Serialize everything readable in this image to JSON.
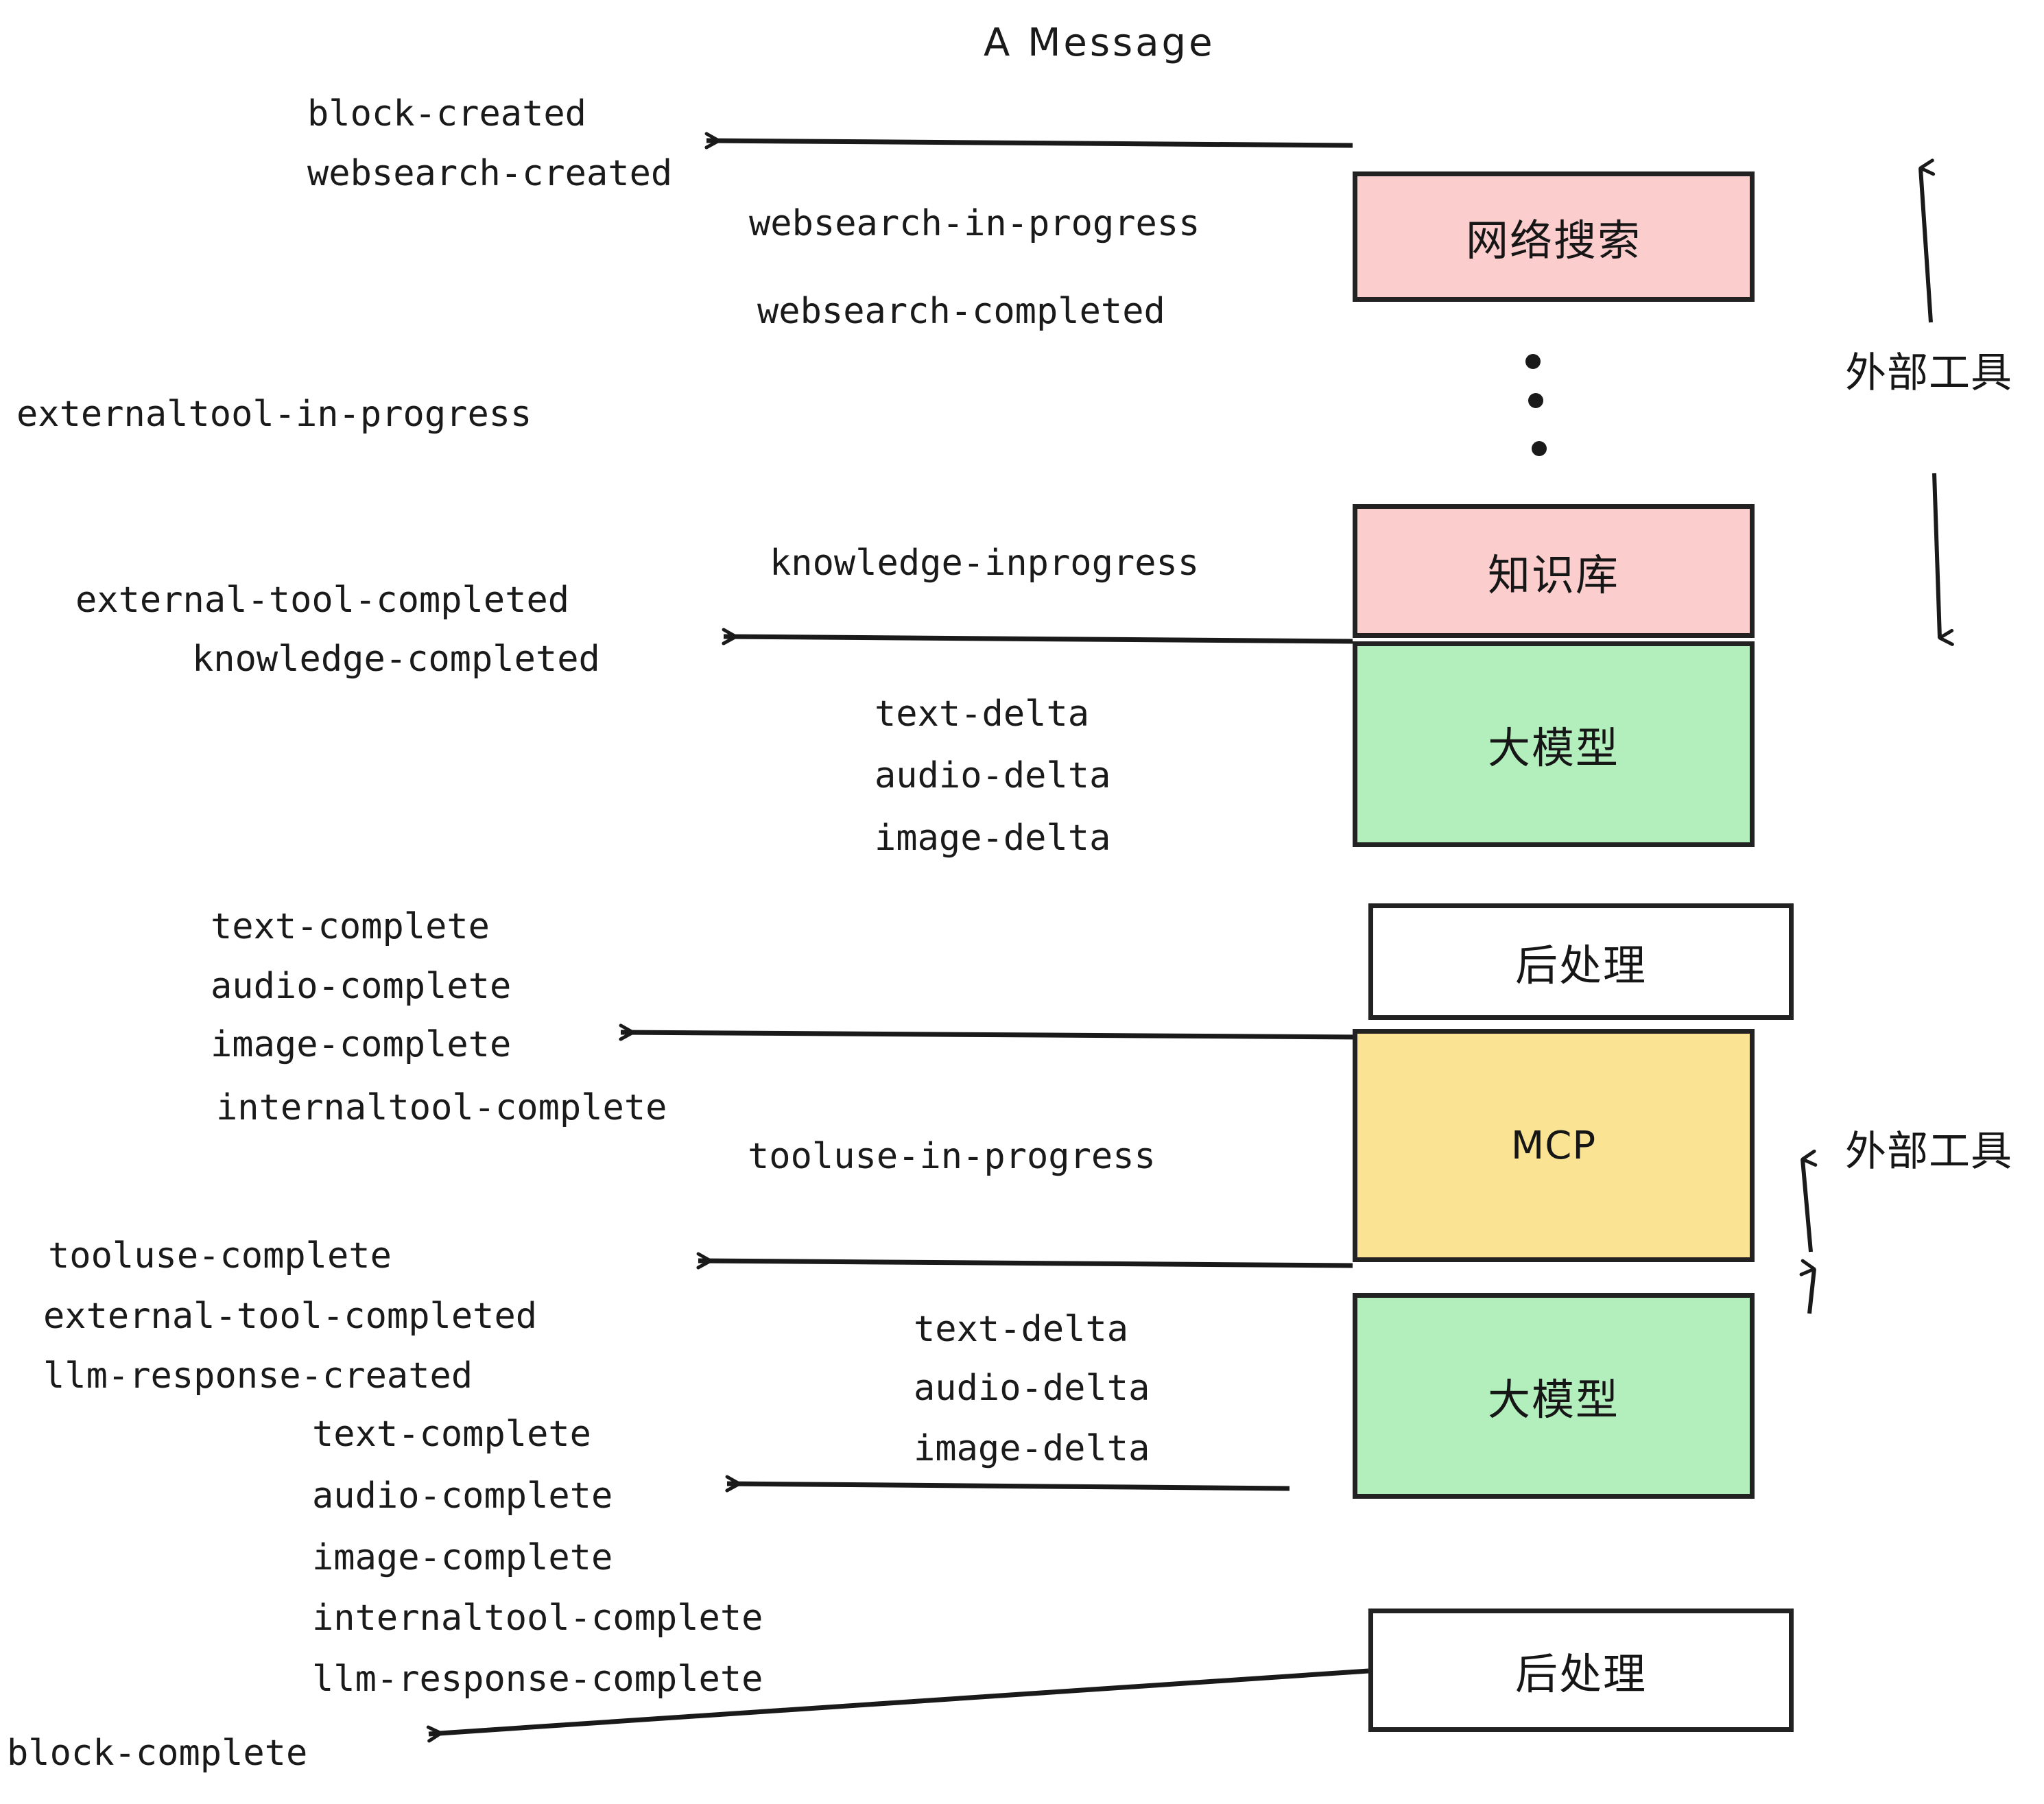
{
  "diagram": {
    "title": "A Message",
    "background": "#ffffff",
    "stroke_color": "#222222",
    "text_color": "#1a1a1a"
  },
  "colors": {
    "external_tool_fill": "#fbcdcd",
    "llm_fill": "#b2efbc",
    "mcp_fill": "#fae494",
    "postprocess_fill": "#ffffff",
    "line": "#1a1a1a"
  },
  "boxes": [
    {
      "id": "websearch",
      "label": "网络搜索",
      "fill": "#fbcdcd",
      "kind": "external-tool"
    },
    {
      "id": "knowledge",
      "label": "知识库",
      "fill": "#fbcdcd",
      "kind": "external-tool"
    },
    {
      "id": "llm-1",
      "label": "大模型",
      "fill": "#b2efbc",
      "kind": "llm"
    },
    {
      "id": "postprocess-1",
      "label": "后处理",
      "fill": "#ffffff",
      "kind": "postprocess"
    },
    {
      "id": "mcp",
      "label": "MCP",
      "fill": "#fae494",
      "kind": "external-tool"
    },
    {
      "id": "llm-2",
      "label": "大模型",
      "fill": "#b2efbc",
      "kind": "llm"
    },
    {
      "id": "postprocess-2",
      "label": "后处理",
      "fill": "#ffffff",
      "kind": "postprocess"
    }
  ],
  "side_labels": [
    {
      "id": "external-tools-top",
      "text": "外部工具"
    },
    {
      "id": "external-tools-bottom",
      "text": "外部工具"
    }
  ],
  "events": [
    {
      "id": "block-created",
      "text": "block-created"
    },
    {
      "id": "websearch-created",
      "text": "websearch-created"
    },
    {
      "id": "websearch-in-progress",
      "text": "websearch-in-progress"
    },
    {
      "id": "websearch-completed",
      "text": "websearch-completed"
    },
    {
      "id": "externaltool-in-progress",
      "text": "externaltool-in-progress"
    },
    {
      "id": "knowledge-inprogress",
      "text": "knowledge-inprogress"
    },
    {
      "id": "external-tool-completed-1",
      "text": "external-tool-completed"
    },
    {
      "id": "knowledge-completed",
      "text": "knowledge-completed"
    },
    {
      "id": "text-delta-1",
      "text": "text-delta"
    },
    {
      "id": "audio-delta-1",
      "text": "audio-delta"
    },
    {
      "id": "image-delta-1",
      "text": "image-delta"
    },
    {
      "id": "text-complete-1",
      "text": "text-complete"
    },
    {
      "id": "audio-complete-1",
      "text": "audio-complete"
    },
    {
      "id": "image-complete-1",
      "text": "image-complete"
    },
    {
      "id": "internaltool-complete-1",
      "text": "internaltool-complete"
    },
    {
      "id": "tooluse-in-progress",
      "text": "tooluse-in-progress"
    },
    {
      "id": "tooluse-complete",
      "text": "tooluse-complete"
    },
    {
      "id": "external-tool-completed-2",
      "text": "external-tool-completed"
    },
    {
      "id": "llm-response-created",
      "text": "llm-response-created"
    },
    {
      "id": "text-delta-2",
      "text": "text-delta"
    },
    {
      "id": "audio-delta-2",
      "text": "audio-delta"
    },
    {
      "id": "image-delta-2",
      "text": "image-delta"
    },
    {
      "id": "text-complete-2",
      "text": "text-complete"
    },
    {
      "id": "audio-complete-2",
      "text": "audio-complete"
    },
    {
      "id": "image-complete-2",
      "text": "image-complete"
    },
    {
      "id": "internaltool-complete-2",
      "text": "internaltool-complete"
    },
    {
      "id": "llm-response-complete",
      "text": "llm-response-complete"
    },
    {
      "id": "block-complete",
      "text": "block-complete"
    }
  ]
}
